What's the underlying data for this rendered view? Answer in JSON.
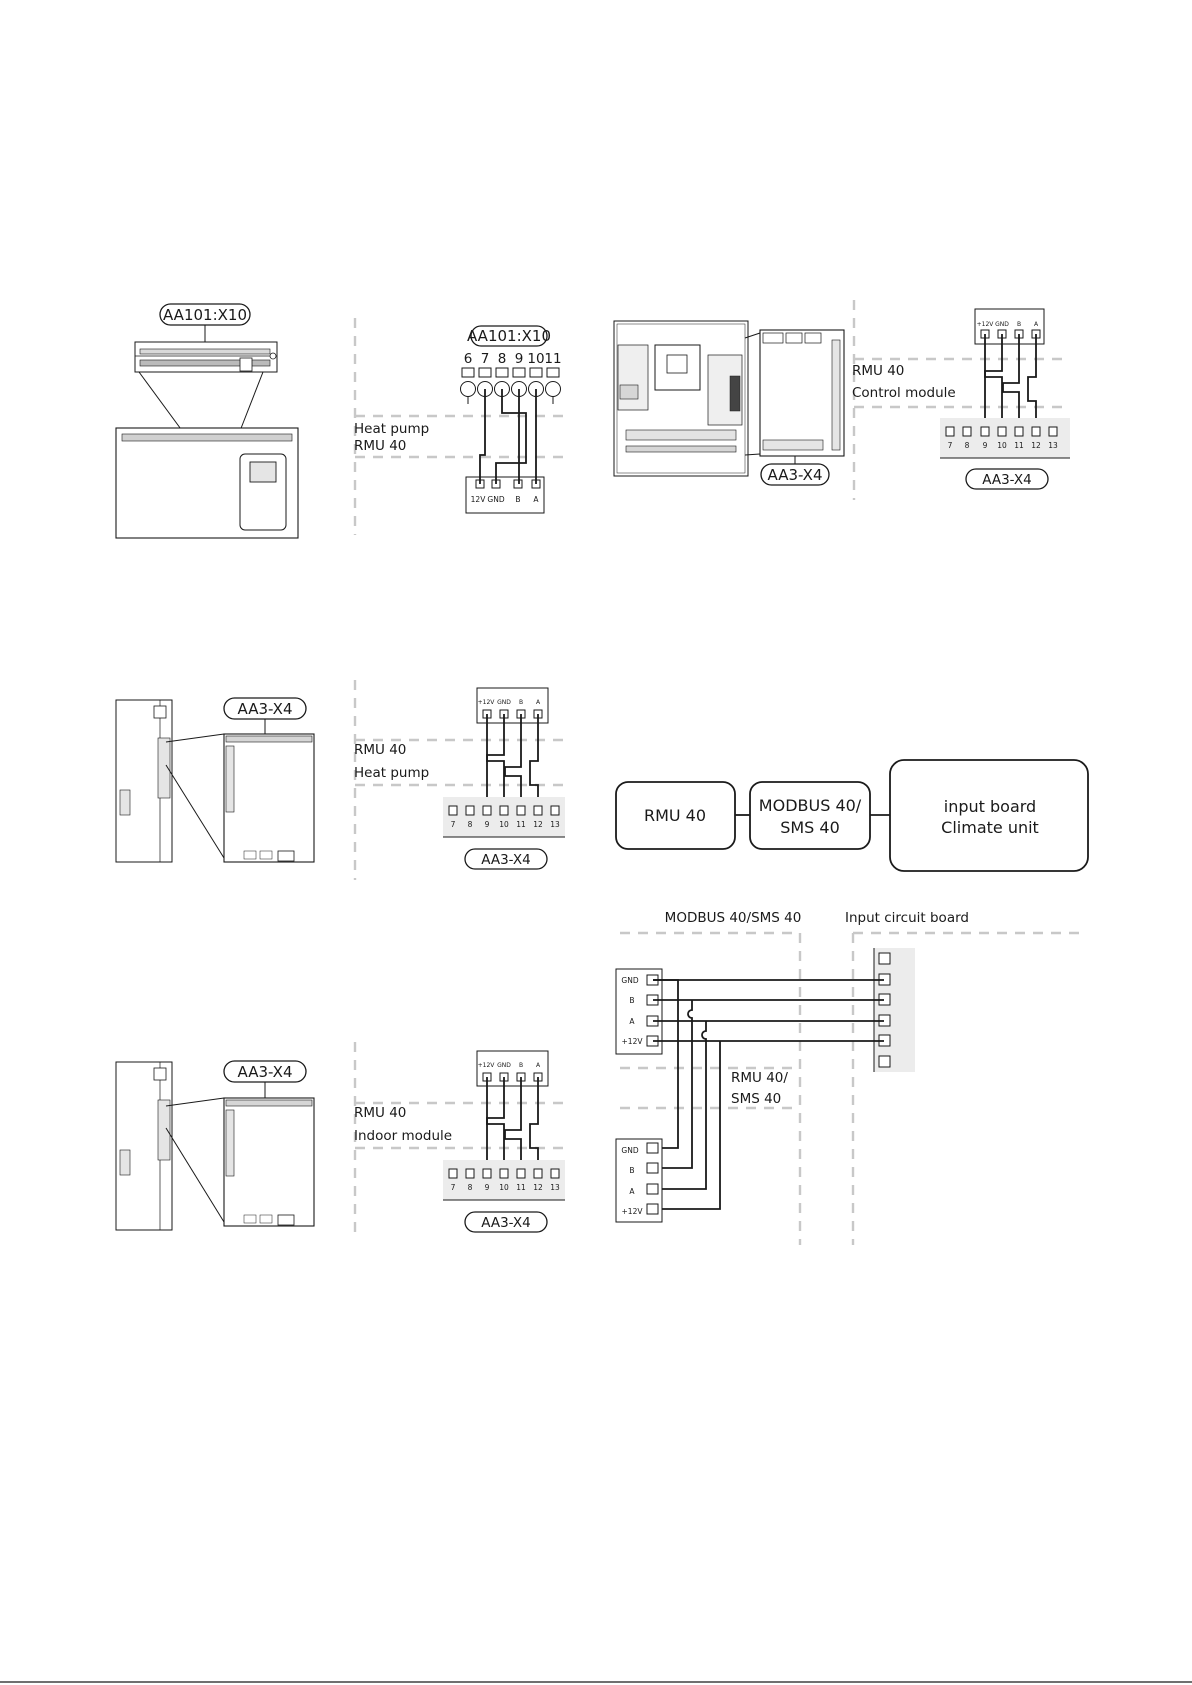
{
  "diagram_1": {
    "connector_label": "AA101:X10",
    "terminal_numbers": [
      "6",
      "7",
      "8",
      "9",
      "10",
      "11"
    ],
    "label_top": "Heat pump",
    "label_bottom": "RMU 40",
    "rmu_pins": [
      "12V",
      "GND",
      "B",
      "A"
    ]
  },
  "diagram_2": {
    "board_label": "AA3-X4",
    "label_top": "RMU 40",
    "label_bottom": "Control module",
    "rmu_pins": [
      "+12V",
      "GND",
      "B",
      "A"
    ],
    "terminal_numbers": [
      "7",
      "8",
      "9",
      "10",
      "11",
      "12",
      "13"
    ],
    "terminal_label": "AA3-X4"
  },
  "diagram_3": {
    "board_label": "AA3-X4",
    "label_top": "RMU 40",
    "label_bottom": "Heat pump",
    "rmu_pins": [
      "+12V",
      "GND",
      "B",
      "A"
    ],
    "terminal_numbers": [
      "7",
      "8",
      "9",
      "10",
      "11",
      "12",
      "13"
    ],
    "terminal_label": "AA3-X4"
  },
  "diagram_4": {
    "board_label": "AA3-X4",
    "label_top": "RMU 40",
    "label_bottom": "Indoor module",
    "rmu_pins": [
      "+12V",
      "GND",
      "B",
      "A"
    ],
    "terminal_numbers": [
      "7",
      "8",
      "9",
      "10",
      "11",
      "12",
      "13"
    ],
    "terminal_label": "AA3-X4"
  },
  "block_diagram": {
    "rmu": "RMU 40",
    "modbus_line1": "MODBUS 40/",
    "modbus_line2": "SMS 40",
    "input_line1": "input board",
    "input_line2": "Climate unit"
  },
  "bus_diagram": {
    "header_left": "MODBUS 40/SMS 40",
    "header_right": "Input circuit board",
    "pins": [
      "GND",
      "B",
      "A",
      "+12V"
    ],
    "rmu_line1": "RMU 40/",
    "rmu_line2": "SMS 40"
  }
}
